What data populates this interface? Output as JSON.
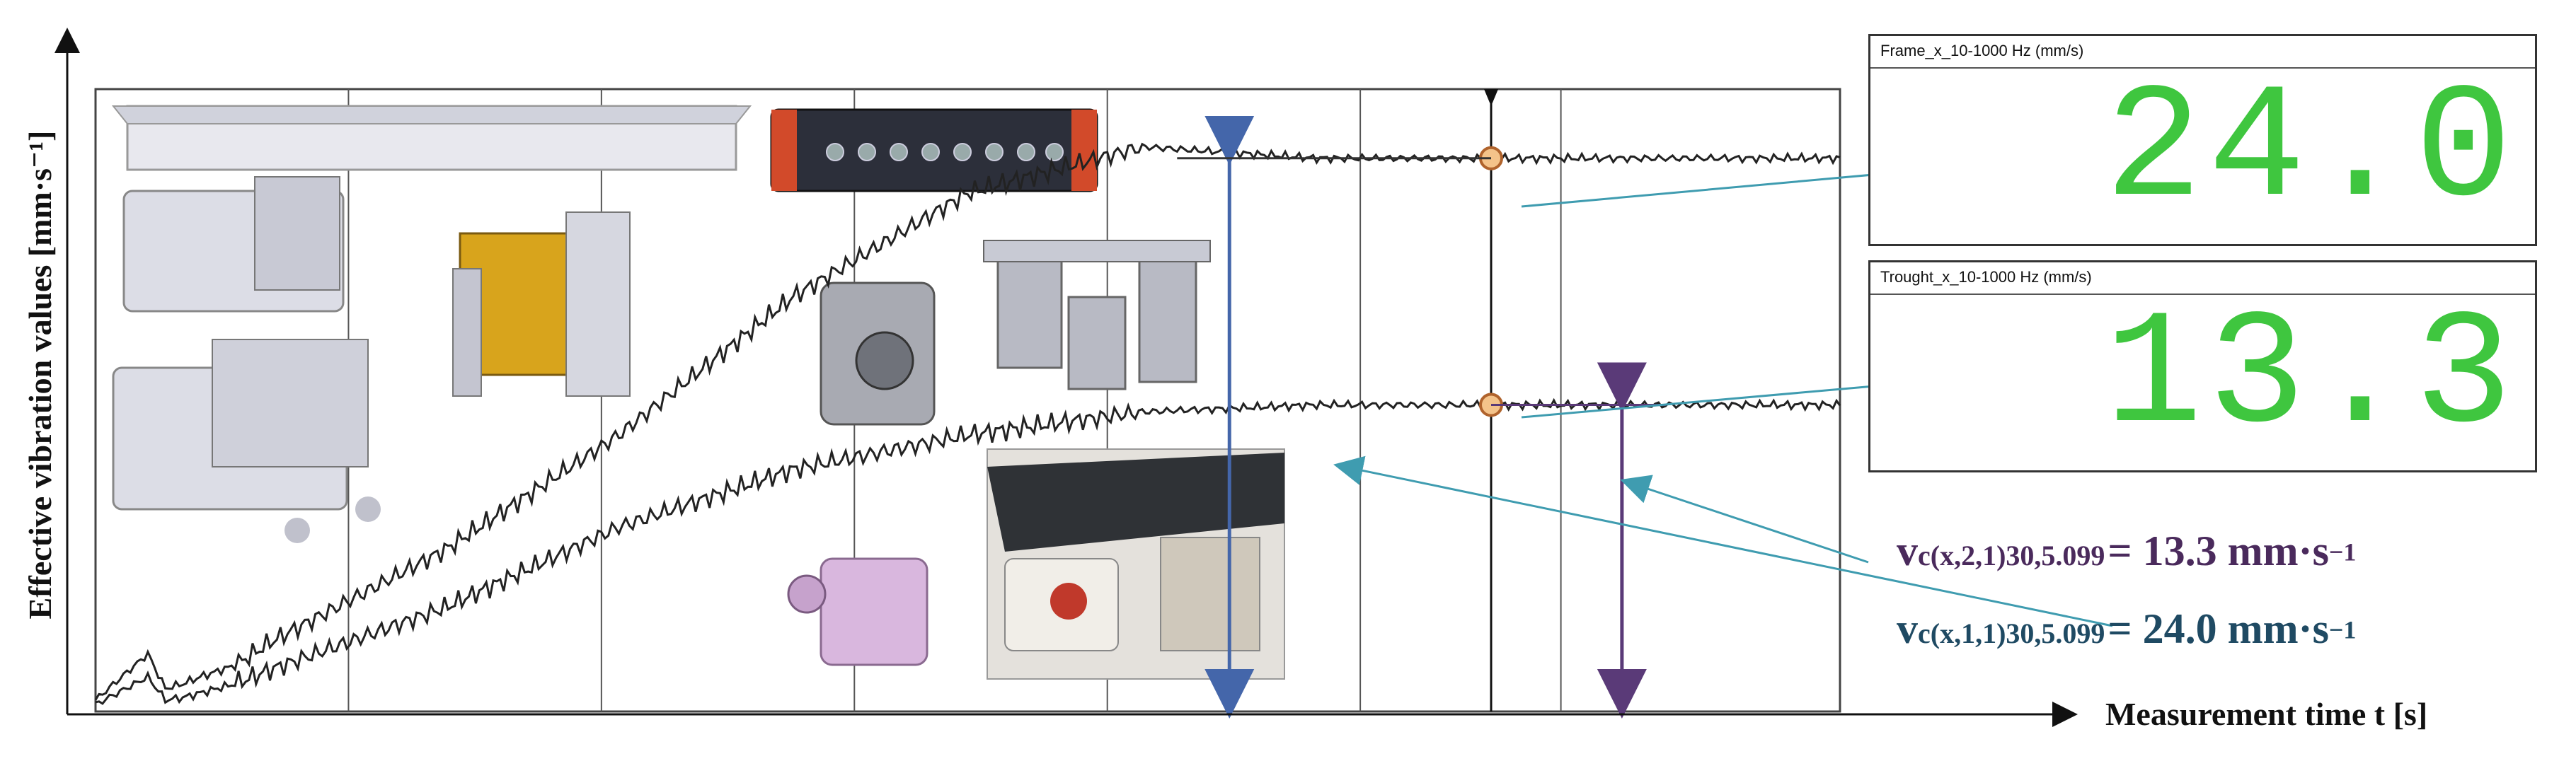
{
  "chart_data": {
    "type": "line",
    "xlabel": "Measurement time t [s]",
    "ylabel": "Effective vibration values [mm·s⁻¹]",
    "ylim": [
      0,
      27
    ],
    "xlim": [
      0,
      100
    ],
    "grid": true,
    "series": [
      {
        "x": [
          0,
          3,
          4,
          5,
          6,
          8,
          10,
          20,
          30,
          40,
          50,
          60,
          70,
          75,
          80,
          90,
          100
        ],
        "values": [
          0.5,
          2.5,
          1.0,
          1.2,
          1.5,
          2.0,
          3.0,
          7.0,
          12.0,
          18.0,
          22.5,
          24.5,
          24.0,
          24.0,
          24.0,
          24.0,
          24.0
        ]
      },
      {
        "x": [
          0,
          3,
          4,
          5,
          6,
          8,
          10,
          20,
          30,
          40,
          50,
          60,
          70,
          75,
          80,
          90,
          100
        ],
        "values": [
          0.3,
          1.5,
          0.5,
          0.6,
          0.8,
          1.2,
          1.8,
          4.5,
          8.0,
          10.5,
          12.0,
          13.0,
          13.3,
          13.3,
          13.3,
          13.3,
          13.3
        ]
      }
    ],
    "cursor_x": 80,
    "markers": [
      {
        "x": 80,
        "y": 24.0
      },
      {
        "x": 80,
        "y": 13.3
      }
    ]
  },
  "readouts": [
    {
      "label": "Frame_x_10-1000 Hz (mm/s)",
      "value": "24.0"
    },
    {
      "label": "Trought_x_10-1000 Hz (mm/s)",
      "value": "13.3"
    }
  ],
  "equations": [
    {
      "symbol": "v",
      "subscript": "c(x,2,1)30,5.099",
      "equals": "= 13.3 mm·s",
      "exponent": "−1",
      "color": "#4a2a5c"
    },
    {
      "symbol": "v",
      "subscript": "c(x,1,1)30,5.099",
      "equals": "= 24.0 mm·s",
      "exponent": "−1",
      "color": "#1f4a63"
    }
  ],
  "colors": {
    "signal": "#222222",
    "grid": "#555555",
    "marker_fill": "#f4c38a",
    "marker_stroke": "#b0632c",
    "arrow_blue": "#4466aa",
    "arrow_purple": "#5a3a78",
    "arrow_teal": "#3f9cb0",
    "digits": "#3fc63f"
  },
  "icons": [
    "sensor-cube-icon",
    "daq-device-icon",
    "mount-bracket-icon",
    "conveyor-motor-icon"
  ]
}
